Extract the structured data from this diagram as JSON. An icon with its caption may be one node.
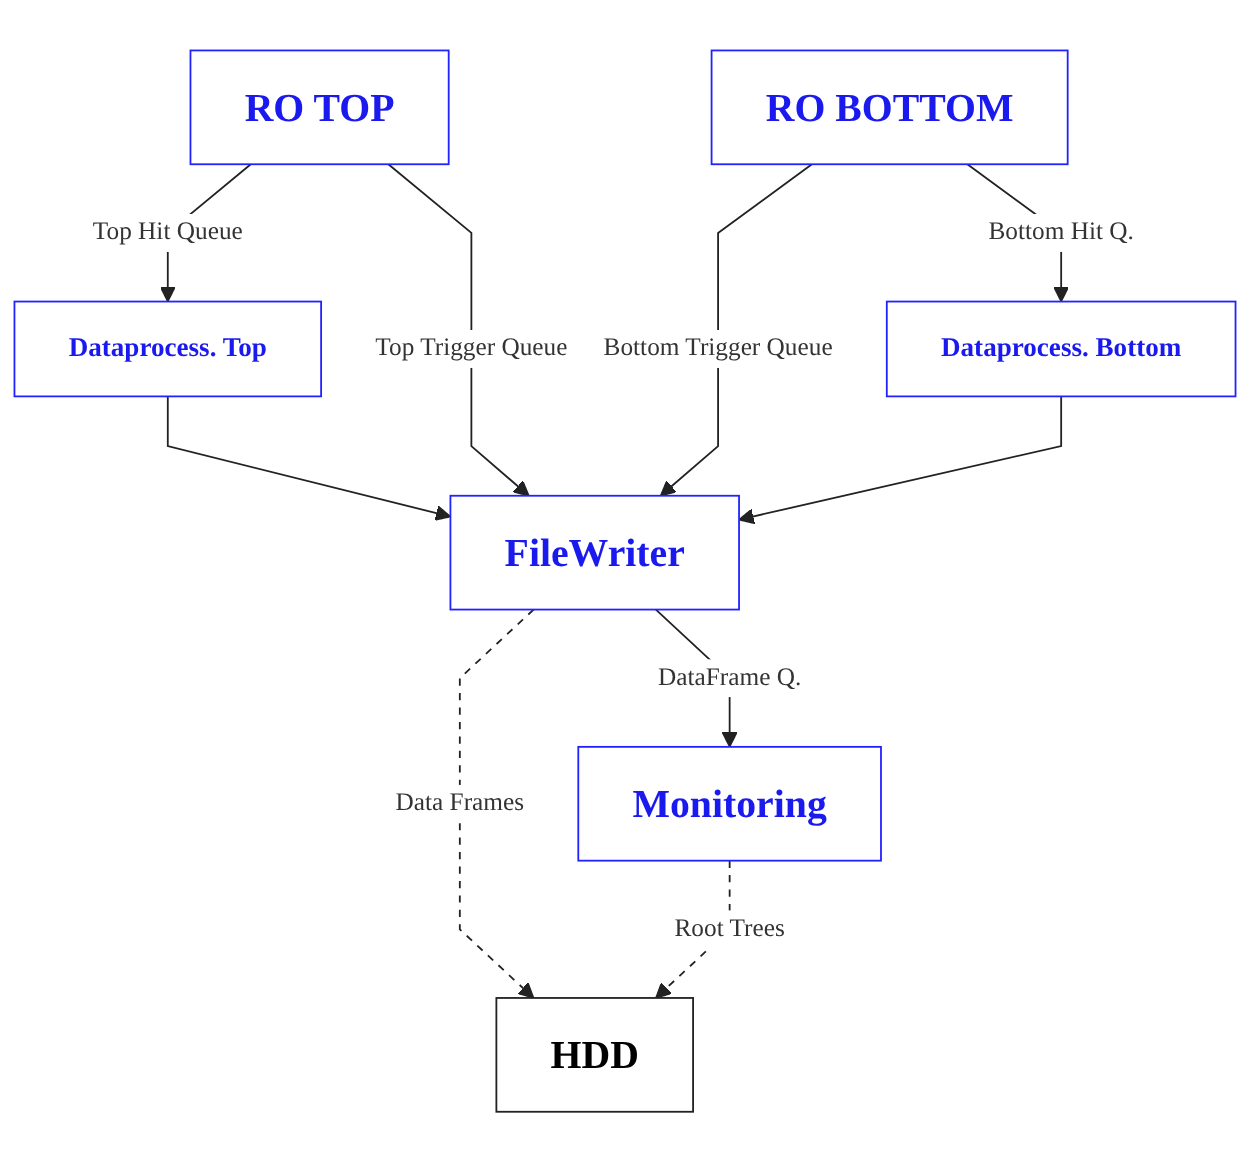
{
  "diagram": {
    "nodes": [
      {
        "text": [
          "RO TOP"
        ]
      },
      {
        "text": [
          "RO BOTTOM"
        ]
      },
      {
        "text": [
          "Dataprocess. Top"
        ]
      },
      {
        "text": [
          "Dataprocess. Bottom"
        ]
      },
      {
        "text": [
          "FileWriter"
        ]
      },
      {
        "text": [
          "HDD"
        ]
      },
      {
        "text": [
          "Monitoring"
        ]
      }
    ],
    "edges": [
      {
        "from": 0,
        "to": 2,
        "arrow": "to",
        "label": "Top Hit Queue"
      },
      {
        "from": 0,
        "to": 4,
        "arrow": "to",
        "label": "Top Trigger Queue"
      },
      {
        "from": 1,
        "to": 4,
        "arrow": "to",
        "label": "Bottom Trigger Queue"
      },
      {
        "from": 1,
        "to": 3,
        "arrow": "to",
        "label": "Bottom Hit Q."
      },
      {
        "from": 2,
        "to": 4,
        "arrow": "to"
      },
      {
        "from": 3,
        "to": 4,
        "arrow": "to"
      },
      {
        "from": 4,
        "to": 5,
        "arrow": "to",
        "label": "Data Frames",
        "style": "dashed"
      },
      {
        "from": 4,
        "to": 6,
        "arrow": "to",
        "label": "DataFrame Q."
      },
      {
        "from": 6,
        "to": 5,
        "arrow": "to",
        "label": "Root Trees",
        "style": "dashed"
      }
    ]
  }
}
